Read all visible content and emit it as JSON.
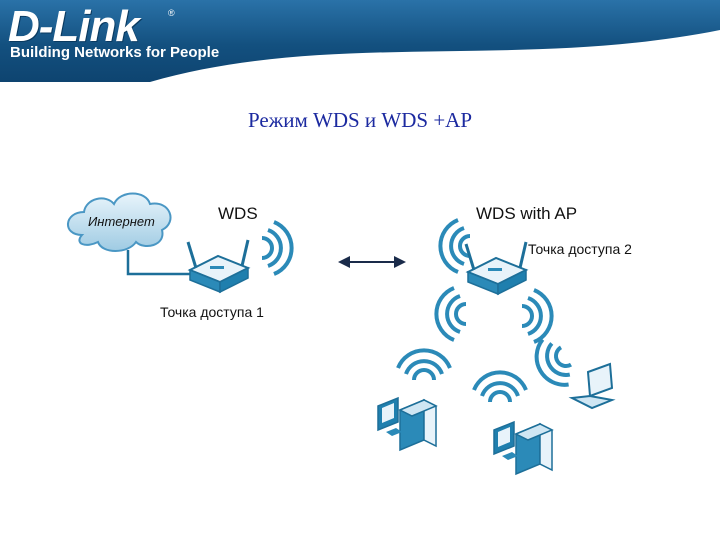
{
  "brand": {
    "logo": "D-Link",
    "tagline": "Building Networks for People"
  },
  "slide": {
    "title": "Режим WDS и WDS +AP"
  },
  "diagram": {
    "internet_label": "Интернет",
    "left_mode_label": "WDS",
    "right_mode_label": "WDS with AP",
    "ap1_label": "Точка доступа 1",
    "ap2_label": "Точка доступа 2"
  },
  "colors": {
    "header": "#13507f",
    "title": "#1c2aa0",
    "device": "#2b8ab8",
    "wave": "#2b8ab8"
  }
}
